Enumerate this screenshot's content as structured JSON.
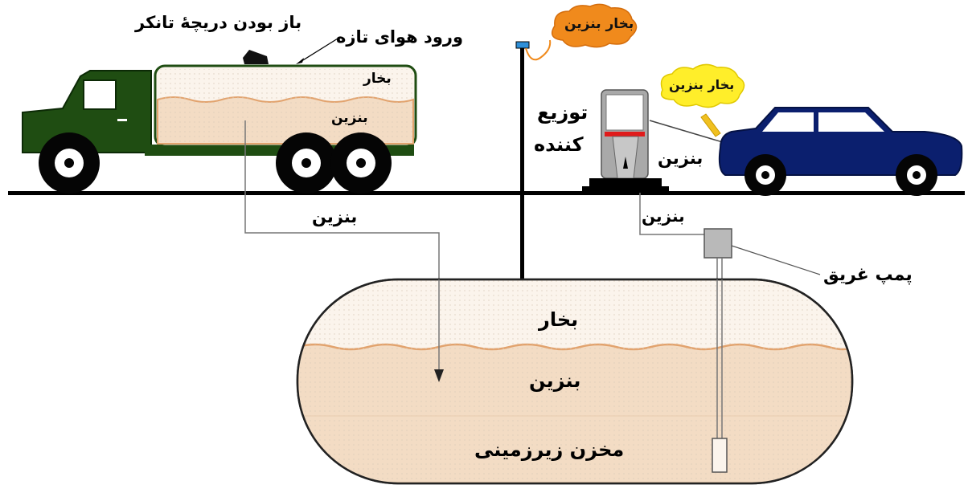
{
  "tanker": {
    "open_hatch_label": "باز بودن دریچهٔ تانکر",
    "fresh_air_label": "ورود هوای تازه",
    "vapor_label": "بخار",
    "gasoline_label": "بنزین"
  },
  "vent": {
    "vapor_cloud_label": "بخار بنزین"
  },
  "dispenser": {
    "label_line1": "توزیع",
    "label_line2": "کننده",
    "pipe_gasoline_label": "بنزین"
  },
  "car": {
    "vapor_cloud_label": "بخار بنزین",
    "gasoline_label": "بنزین"
  },
  "transfer": {
    "gasoline_label": "بنزین"
  },
  "pump": {
    "label": "پمپ غریق"
  },
  "tank": {
    "vapor_label": "بخار",
    "gasoline_label": "بنزین",
    "name_label": "مخزن زیرزمینی"
  },
  "colors": {
    "truck": "#1f4d12",
    "car": "#0b1f6e",
    "vapor_fill": "#fbf4ec",
    "liquid_fill": "#f3dcc4",
    "liquid_line": "#e2a36e",
    "ground": "#000000",
    "cloud_orange": "#f08a1c",
    "cloud_yellow": "#ffee2a",
    "dispenser_red": "#e01b1b"
  }
}
